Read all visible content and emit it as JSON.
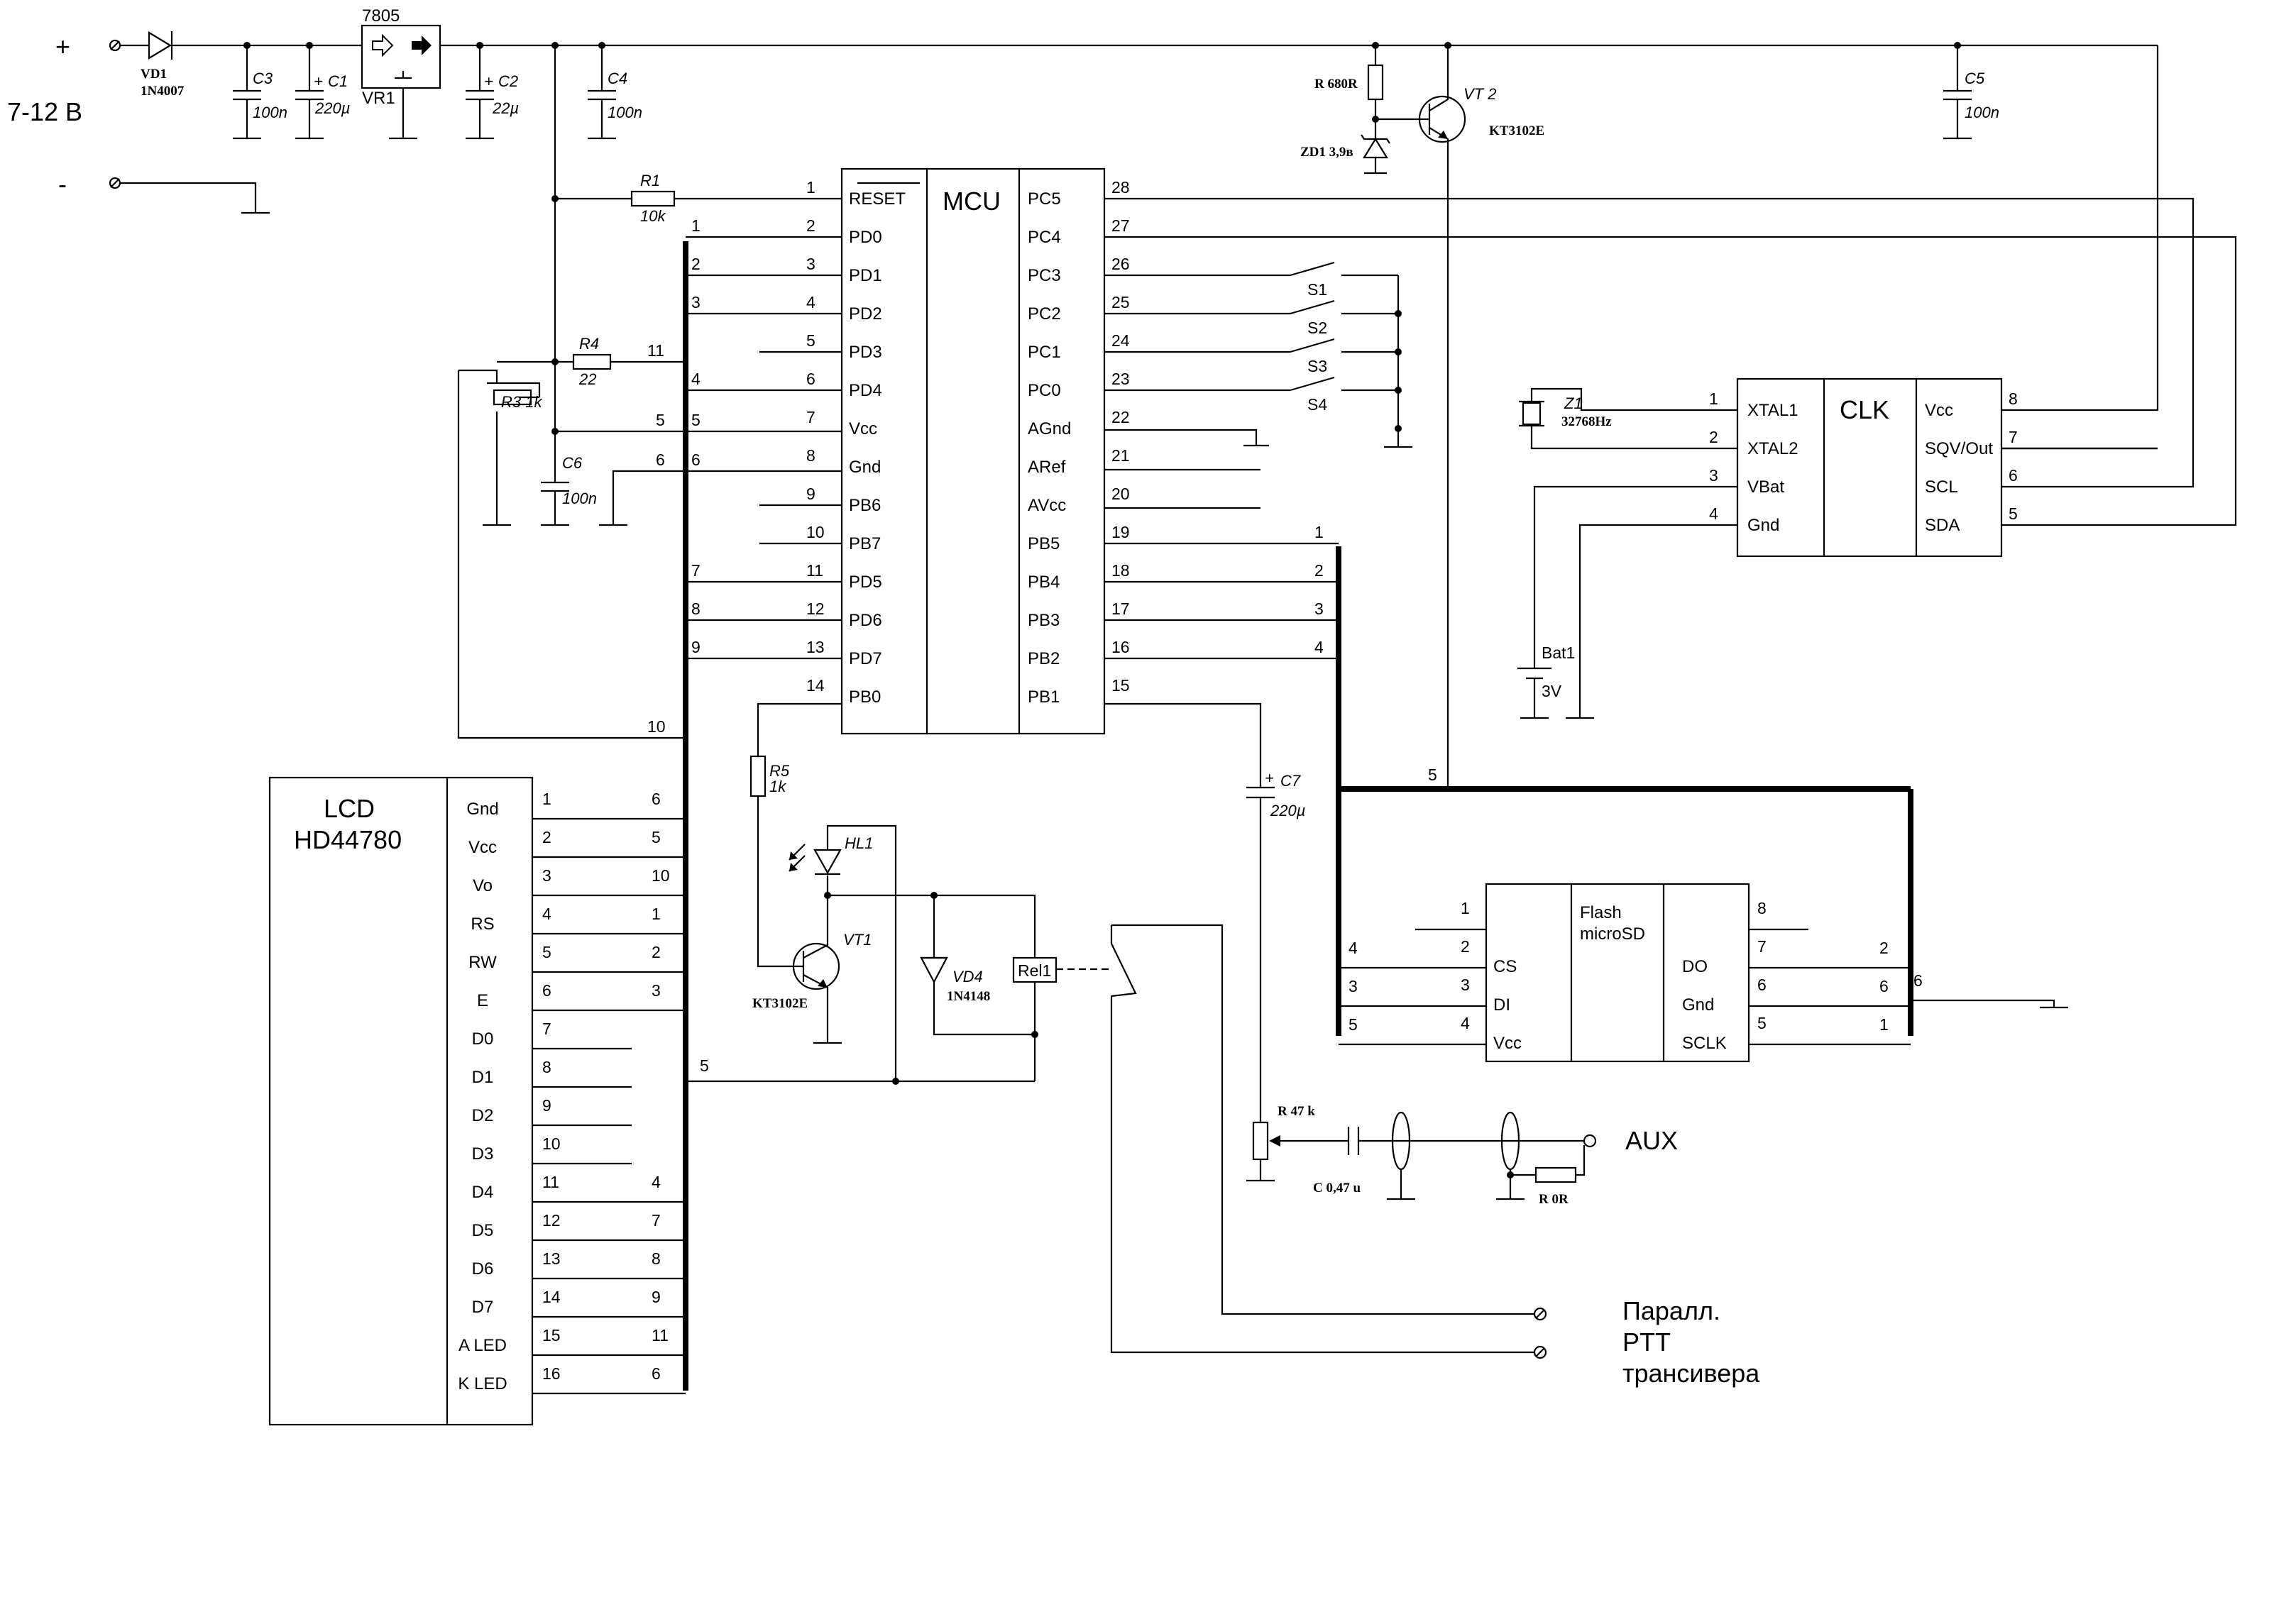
{
  "power": {
    "plus": "+",
    "minus": "-",
    "voltage": "7-12 В"
  },
  "regulator": {
    "name": "7805",
    "ref": "VR1"
  },
  "parts": {
    "vd1": "VD1",
    "vd1_val": "1N4007",
    "c3": "C3",
    "c3_val": "100n",
    "c1": "C1",
    "c1_val": "220µ",
    "c2": "C2",
    "c2_val": "22µ",
    "c4": "C4",
    "c4_val": "100n",
    "c5": "C5",
    "c5_val": "100n",
    "r680": "R 680R",
    "zd1": "ZD1 3,9в",
    "vt2": "VT 2",
    "vt2_val": "KT3102E",
    "r1": "R1",
    "r1_val": "10k",
    "r4": "R4",
    "r4_val": "22",
    "r3": "R3 1k",
    "c6": "C6",
    "c6_val": "100n",
    "r5": "R5",
    "r5_val": "1k",
    "hl1": "HL1",
    "vt1": "VT1",
    "vt1_val": "KT3102E",
    "vd4": "VD4",
    "vd4_val": "1N4148",
    "rel1": "Rel1",
    "c7": "C7",
    "c7_val": "220µ",
    "r47k": "R 47 k",
    "c047": "C 0,47 u",
    "r0r": "R 0R",
    "z1": "Z1",
    "z1_val": "32768Hz",
    "bat1": "Bat1",
    "bat1_val": "3V"
  },
  "mcu": {
    "title": "MCU",
    "left": [
      {
        "num": "1",
        "name": "RESET"
      },
      {
        "num": "2",
        "name": "PD0"
      },
      {
        "num": "3",
        "name": "PD1"
      },
      {
        "num": "4",
        "name": "PD2"
      },
      {
        "num": "5",
        "name": "PD3"
      },
      {
        "num": "6",
        "name": "PD4"
      },
      {
        "num": "7",
        "name": "Vcc"
      },
      {
        "num": "8",
        "name": "Gnd"
      },
      {
        "num": "9",
        "name": "PB6"
      },
      {
        "num": "10",
        "name": "PB7"
      },
      {
        "num": "11",
        "name": "PD5"
      },
      {
        "num": "12",
        "name": "PD6"
      },
      {
        "num": "13",
        "name": "PD7"
      },
      {
        "num": "14",
        "name": "PB0"
      }
    ],
    "right": [
      {
        "num": "28",
        "name": "PC5"
      },
      {
        "num": "27",
        "name": "PC4"
      },
      {
        "num": "26",
        "name": "PC3"
      },
      {
        "num": "25",
        "name": "PC2"
      },
      {
        "num": "24",
        "name": "PC1"
      },
      {
        "num": "23",
        "name": "PC0"
      },
      {
        "num": "22",
        "name": "AGnd"
      },
      {
        "num": "21",
        "name": "ARef"
      },
      {
        "num": "20",
        "name": "AVcc"
      },
      {
        "num": "19",
        "name": "PB5"
      },
      {
        "num": "18",
        "name": "PB4"
      },
      {
        "num": "17",
        "name": "PB3"
      },
      {
        "num": "16",
        "name": "PB2"
      },
      {
        "num": "15",
        "name": "PB1"
      }
    ]
  },
  "bus_left_labels": [
    "1",
    "2",
    "3",
    "4",
    "5",
    "6",
    "7",
    "8",
    "9",
    "11",
    "10"
  ],
  "switches": [
    "S1",
    "S2",
    "S3",
    "S4"
  ],
  "clk": {
    "title": "CLK",
    "left": [
      {
        "num": "1",
        "name": "XTAL1"
      },
      {
        "num": "2",
        "name": "XTAL2"
      },
      {
        "num": "3",
        "name": "VBat"
      },
      {
        "num": "4",
        "name": "Gnd"
      }
    ],
    "right": [
      {
        "num": "8",
        "name": "Vcc"
      },
      {
        "num": "7",
        "name": "SQV/Out"
      },
      {
        "num": "6",
        "name": "SCL"
      },
      {
        "num": "5",
        "name": "SDA"
      }
    ]
  },
  "bus_right_labels": [
    "1",
    "2",
    "3",
    "4",
    "5"
  ],
  "lcd": {
    "title1": "LCD",
    "title2": "HD44780",
    "pins": [
      {
        "num": "1",
        "name": "Gnd",
        "bus": "6"
      },
      {
        "num": "2",
        "name": "Vcc",
        "bus": "5"
      },
      {
        "num": "3",
        "name": "Vo",
        "bus": "10"
      },
      {
        "num": "4",
        "name": "RS",
        "bus": "1"
      },
      {
        "num": "5",
        "name": "RW",
        "bus": "2"
      },
      {
        "num": "6",
        "name": "E",
        "bus": "3"
      },
      {
        "num": "7",
        "name": "D0",
        "bus": ""
      },
      {
        "num": "8",
        "name": "D1",
        "bus": ""
      },
      {
        "num": "9",
        "name": "D2",
        "bus": ""
      },
      {
        "num": "10",
        "name": "D3",
        "bus": ""
      },
      {
        "num": "11",
        "name": "D4",
        "bus": "4"
      },
      {
        "num": "12",
        "name": "D5",
        "bus": "7"
      },
      {
        "num": "13",
        "name": "D6",
        "bus": "8"
      },
      {
        "num": "14",
        "name": "D7",
        "bus": "9"
      },
      {
        "num": "15",
        "name": "A LED",
        "bus": "11"
      },
      {
        "num": "16",
        "name": "K LED",
        "bus": "6"
      }
    ],
    "bus5": "5"
  },
  "flash": {
    "title1": "Flash",
    "title2": "microSD",
    "left": [
      {
        "num": "1",
        "name": "",
        "bus": ""
      },
      {
        "num": "2",
        "name": "CS",
        "bus": "4"
      },
      {
        "num": "3",
        "name": "DI",
        "bus": "3"
      },
      {
        "num": "4",
        "name": "Vcc",
        "bus": "5"
      }
    ],
    "right": [
      {
        "num": "8",
        "name": "",
        "bus": ""
      },
      {
        "num": "7",
        "name": "DO",
        "bus": "2"
      },
      {
        "num": "6",
        "name": "Gnd",
        "bus": "6"
      },
      {
        "num": "5",
        "name": "SCLK",
        "bus": "1"
      }
    ],
    "gnd_label": "6",
    "bus5": "5"
  },
  "outputs": {
    "aux": "AUX",
    "ptt1": "Паралл.",
    "ptt2": "PTT",
    "ptt3": "трансивера"
  }
}
